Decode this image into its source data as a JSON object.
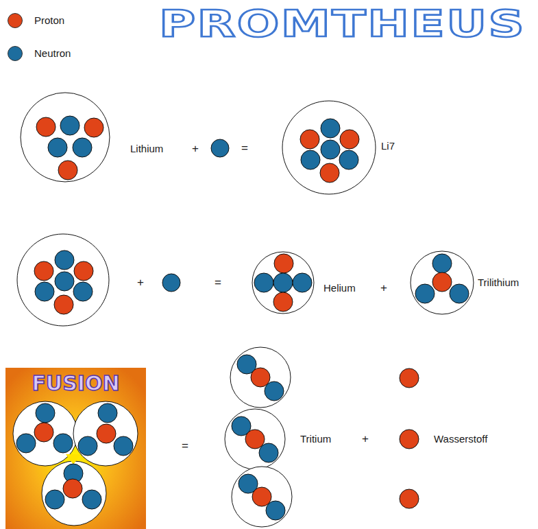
{
  "diagram": {
    "title": "PROMTHEUS",
    "nodes": [
      {
        "text": [
          "FUSION"
        ]
      }
    ],
    "labels": [
      "Lithium",
      "+",
      "=",
      "Li7",
      "+",
      "=",
      "Helium",
      "+",
      "Trilithium",
      "=",
      "Tritium",
      "+",
      "Wasserstoff"
    ],
    "legend": [
      {
        "text": "Proton",
        "color": "#e04418"
      },
      {
        "text": "Neutron",
        "color": "#1d6d9e"
      }
    ]
  }
}
